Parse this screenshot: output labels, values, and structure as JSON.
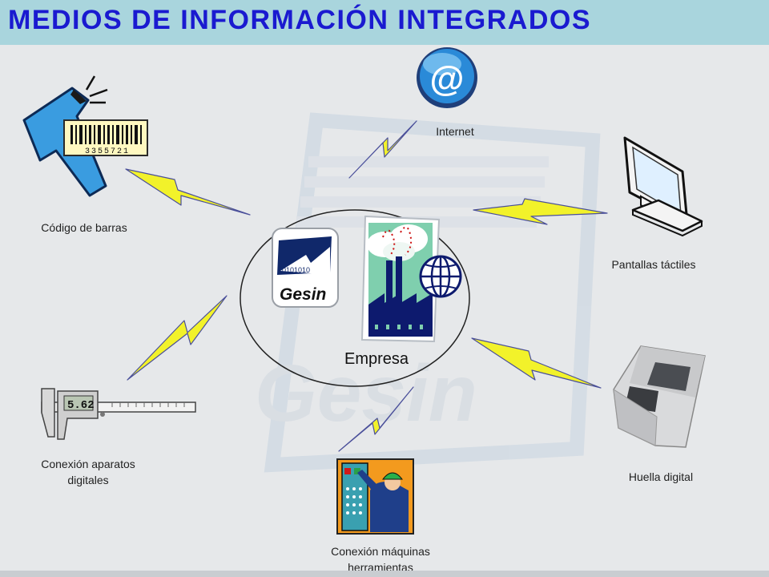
{
  "header": {
    "title": "MEDIOS DE INFORMACIÓN INTEGRADOS"
  },
  "center": {
    "label": "Empresa",
    "logo_lines": [
      "0101010",
      "Gesin"
    ]
  },
  "nodes": {
    "internet": {
      "label": "Internet",
      "icon": "at-sign-icon"
    },
    "barcode": {
      "label": "Código de barras",
      "icon": "barcode-scanner-icon",
      "barcode_digits": "3355721"
    },
    "touch": {
      "label": "Pantallas táctiles",
      "icon": "monitor-icon"
    },
    "digital_devices": {
      "label": "Conexión aparatos digitales",
      "icon": "caliper-icon",
      "reading": "5.62"
    },
    "fingerprint": {
      "label": "Huella digital",
      "icon": "fingerprint-reader-icon"
    },
    "machines": {
      "label": "Conexión máquinas herramientas",
      "icon": "machine-operator-icon"
    }
  },
  "watermark": {
    "text": "Gesin"
  },
  "colors": {
    "title": "#1a1ad0",
    "header_bg": "#a9d5dd",
    "bolt": "#f2f22a",
    "background": "#e6e8ea"
  }
}
